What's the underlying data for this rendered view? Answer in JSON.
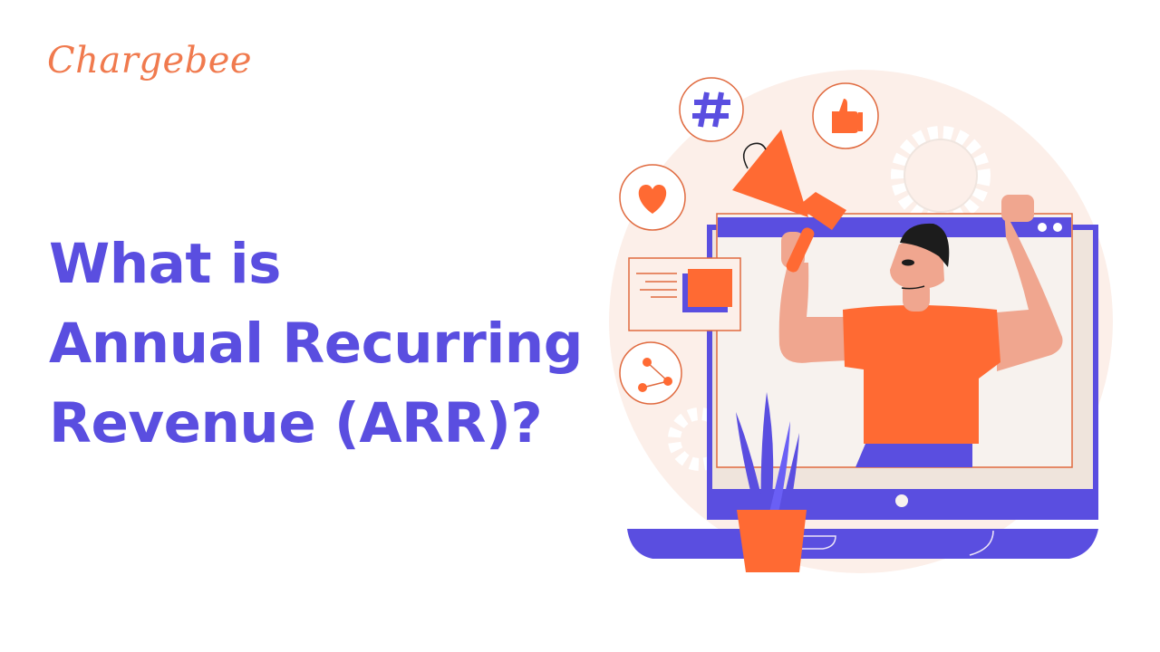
{
  "brand": {
    "logo_text": "Chargebee",
    "logo_color": "#f07a4e"
  },
  "headline": {
    "line1": "What is",
    "line2": "Annual Recurring",
    "line3": "Revenue (ARR)?",
    "color": "#5a4ee0"
  },
  "illustration": {
    "description": "Person raising a megaphone and a fist, emerging from a laptop screen, surrounded by social icons",
    "icons": [
      "hashtag-icon",
      "thumbs-up-icon",
      "heart-icon",
      "share-icon",
      "message-card-icon",
      "gear-icon"
    ],
    "colors": {
      "primary_purple": "#5a4ee0",
      "accent_orange": "#ff6a33",
      "blob_bg": "#fcefe9",
      "screen_bg": "#f7f2ee",
      "skin": "#f0a68f"
    }
  }
}
